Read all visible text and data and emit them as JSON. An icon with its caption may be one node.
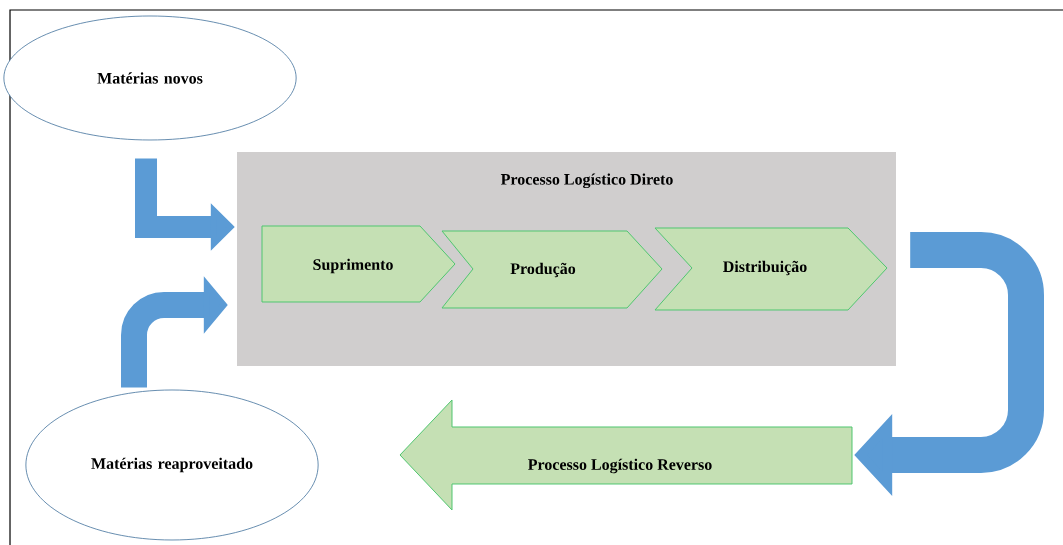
{
  "diagram": {
    "nodes": [
      {
        "text": [
          "Matérias novos"
        ]
      },
      {
        "text": [
          "Processo Logístico Direto"
        ]
      },
      {
        "text": [
          "Suprimento"
        ],
        "in": 1
      },
      {
        "text": [
          "Produção"
        ],
        "in": 1
      },
      {
        "text": [
          "Distribuição"
        ],
        "in": 1
      },
      {
        "text": [
          "Processo Logístico Reverso"
        ]
      },
      {
        "text": [
          "Matérias reaproveitado"
        ]
      }
    ],
    "edges": [
      {
        "from": 0,
        "to": 1,
        "arrow": "to"
      },
      {
        "from": 6,
        "to": 1,
        "arrow": "to"
      },
      {
        "from": 1,
        "to": 5,
        "arrow": "to"
      }
    ]
  }
}
